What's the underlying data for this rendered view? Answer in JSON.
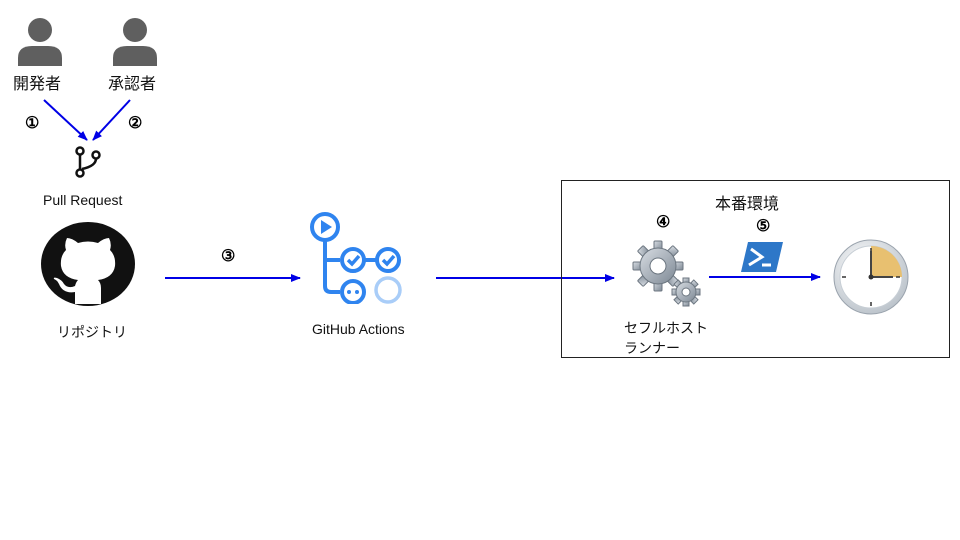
{
  "actors": {
    "developer": "開発者",
    "approver": "承認者"
  },
  "steps": [
    "①",
    "②",
    "③",
    "④",
    "⑤"
  ],
  "nodes": {
    "pull_request": "Pull Request",
    "repository": "リポジトリ",
    "github_actions": "GitHub Actions",
    "runner_line1": "セフルホスト",
    "runner_line2": "ランナー"
  },
  "environment": {
    "title": "本番環境"
  },
  "icons": [
    "person-icon",
    "git-branch-icon",
    "github-logo-icon",
    "github-actions-icon",
    "gears-icon",
    "powershell-icon",
    "clock-icon"
  ],
  "colors": {
    "arrow": "#0000e6",
    "person": "#5f5f5f",
    "actions_blue": "#2f84ef",
    "powershell": "#2d77c8",
    "clock_quadrant": "#e8c070"
  }
}
